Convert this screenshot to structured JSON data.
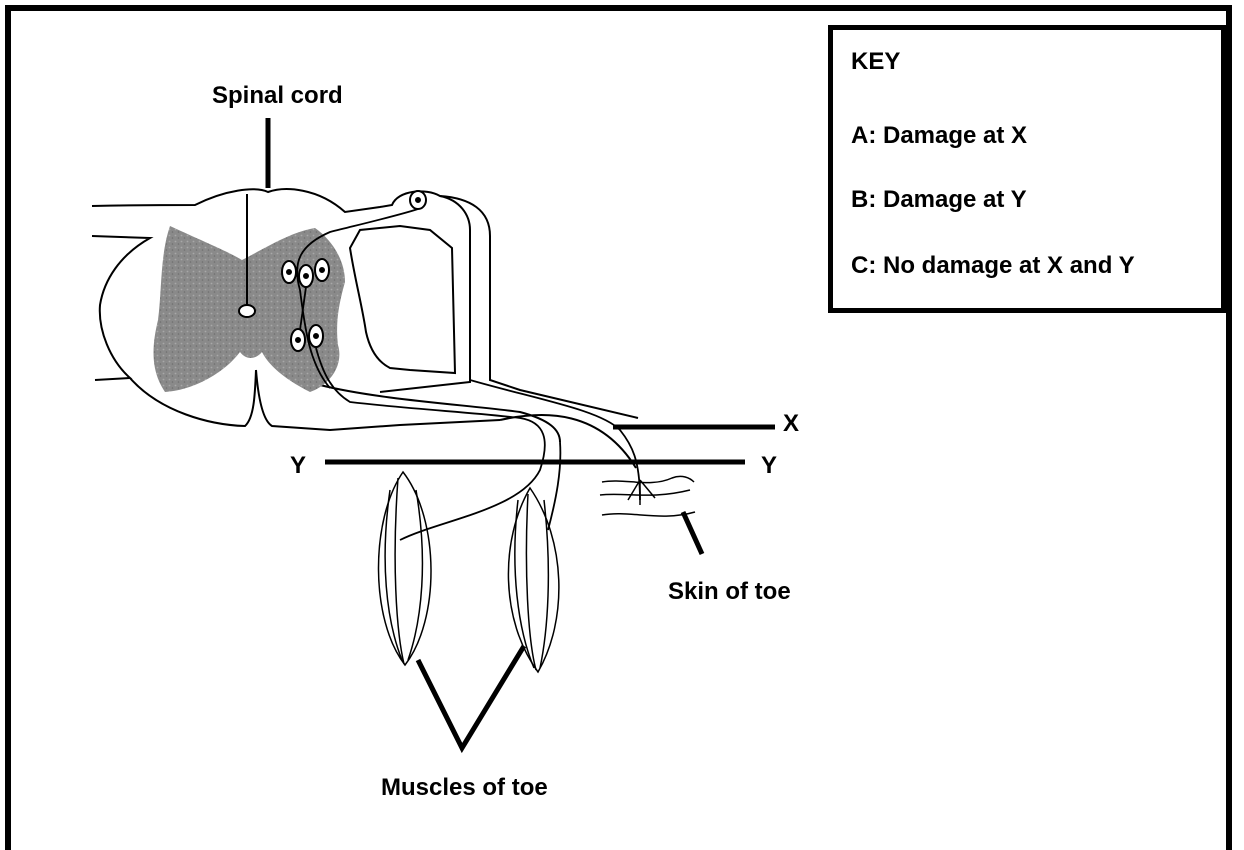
{
  "diagram": {
    "labels": {
      "spinal_cord": "Spinal cord",
      "x_marker": "X",
      "y_left": "Y",
      "y_right": "Y",
      "skin": "Skin of toe",
      "muscles": "Muscles of toe"
    },
    "key": {
      "title": "KEY",
      "items": [
        "A:  Damage at X",
        "B:  Damage at  Y",
        "C: No damage at X and Y"
      ]
    }
  }
}
